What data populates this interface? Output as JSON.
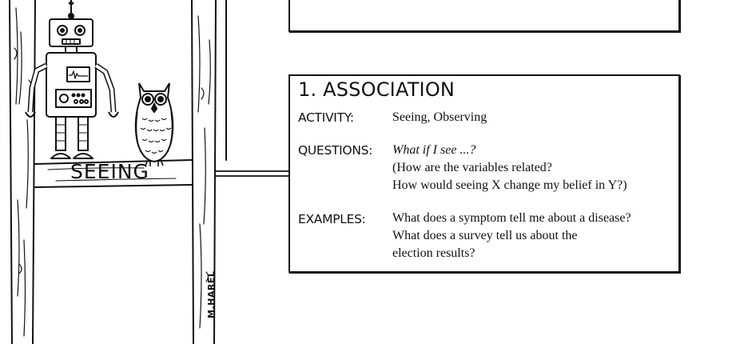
{
  "rung": {
    "label": "SEEING",
    "signature": "M.HAREL"
  },
  "association_box": {
    "title": "1. ASSOCIATION",
    "activity_label": "ACTIVITY:",
    "activity_value": "Seeing, Observing",
    "questions_label": "QUESTIONS:",
    "questions_lines": [
      "What if I see ...?",
      "(How are the variables related?",
      "How would seeing X change my belief in Y?)"
    ],
    "examples_label": "EXAMPLES:",
    "examples_lines": [
      "What does a symptom tell me about a disease?",
      "What does a survey tell us about the",
      "election results?"
    ]
  }
}
